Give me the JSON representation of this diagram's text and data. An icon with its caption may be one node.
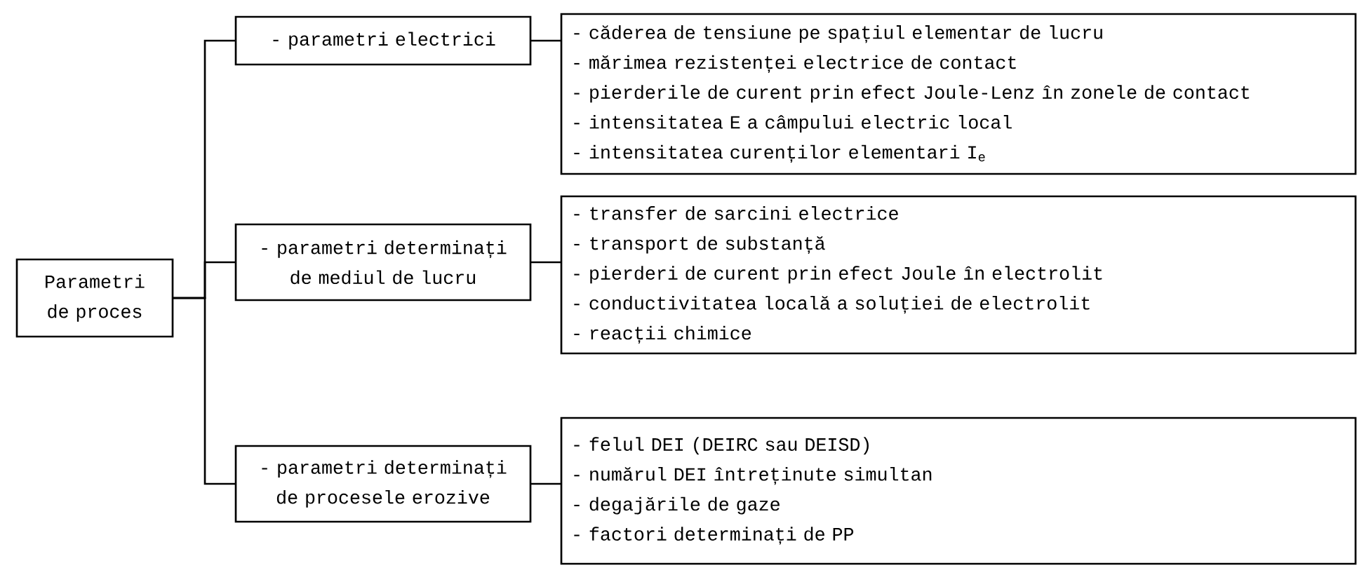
{
  "diagram": {
    "nodes": [
      {
        "text": [
          "Parametri de proces"
        ]
      },
      {
        "text": [
          "- parametri electrici"
        ]
      },
      {
        "text": [
          "- căderea de tensiune pe spațiul elementar de lucru",
          "- mărimea rezistenței electrice de contact",
          "- pierderile de curent prin efect Joule-Lenz în zonele de contact",
          "- intensitatea E a câmpului electric local",
          "- intensitatea curenților elementari I$_{e}$"
        ]
      },
      {
        "text": [
          "- parametri determinați de mediul de lucru"
        ]
      },
      {
        "text": [
          "- transfer de sarcini electrice",
          "- transport de substanță",
          "- pierderi de curent prin efect Joule în electrolit",
          "- conductivitatea locală a soluției de electrolit",
          "- reacții chimice"
        ]
      },
      {
        "text": [
          "- parametri determinați de procesele erozive"
        ]
      },
      {
        "text": [
          "- felul DEI (DEIRC sau DEISD)",
          "- numărul DEI întreținute simultan",
          "- degajările de gaze",
          "- factori determinați de PP"
        ]
      }
    ],
    "edges": [
      {
        "from": 0,
        "to": 1,
        "arrow": "none"
      },
      {
        "from": 0,
        "to": 3,
        "arrow": "none"
      },
      {
        "from": 0,
        "to": 5,
        "arrow": "none"
      },
      {
        "from": 1,
        "to": 2,
        "arrow": "none"
      },
      {
        "from": 3,
        "to": 4,
        "arrow": "none"
      },
      {
        "from": 5,
        "to": 6,
        "arrow": "none"
      }
    ]
  }
}
